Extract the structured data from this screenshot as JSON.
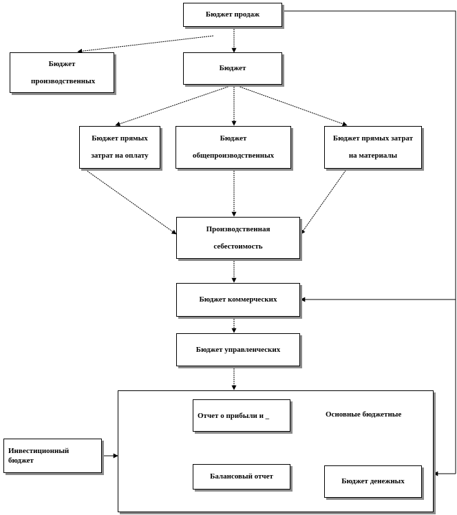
{
  "nodes": {
    "sales": "Бюджет продаж",
    "production_left": "Бюджет производственных",
    "production": "Бюджет",
    "direct_labor": "Бюджет прямых затрат на оплату",
    "overhead": "Бюджет общепроизводственных",
    "direct_materials": "Бюджет прямых затрат на материалы",
    "cost_of_production": "Производственная себестоимость",
    "commercial": "Бюджет коммерческих",
    "administrative": "Бюджет управленческих",
    "profit_report": "Отчет о прибыли и _",
    "main_budgets": "Основные бюджетные",
    "investment": "Инвестиционный бюджет",
    "balance": "Балансовый отчет",
    "cash": "Бюджет денежных"
  }
}
